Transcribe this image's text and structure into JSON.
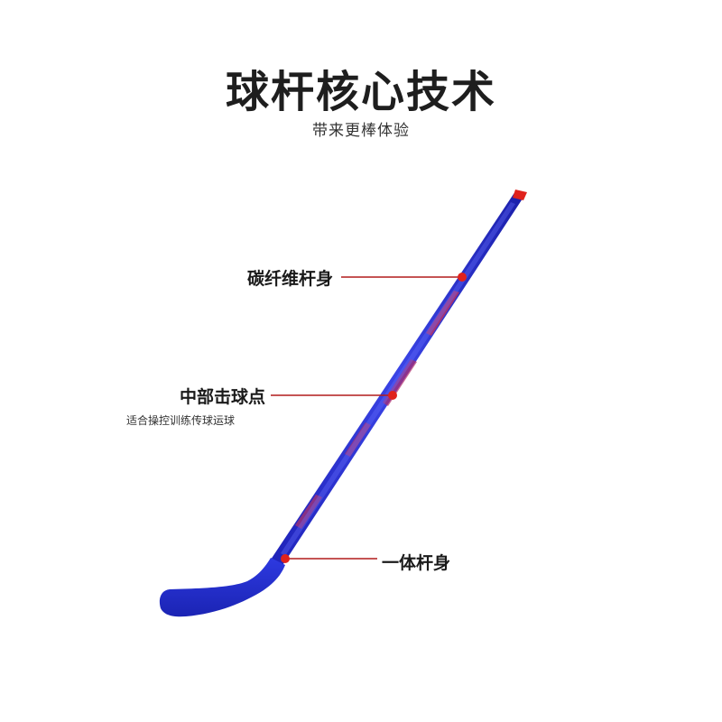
{
  "header": {
    "title": "球杆核心技术",
    "subtitle": "带来更棒体验"
  },
  "callouts": [
    {
      "label": "碳纤维杆身",
      "note": ""
    },
    {
      "label": "中部击球点",
      "note": "适合操控训练传球运球"
    },
    {
      "label": "一体杆身",
      "note": ""
    }
  ],
  "colors": {
    "stick_blue": "#2a34d4",
    "stick_accent": "#c8335a",
    "marker_red": "#e0221c",
    "leader_line": "#b21c1c"
  }
}
